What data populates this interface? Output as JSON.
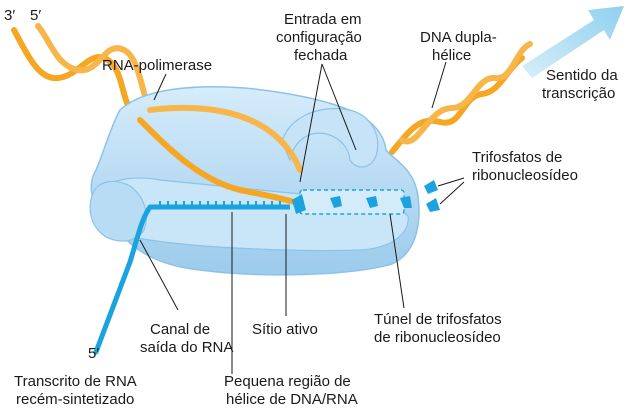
{
  "strand_ends": {
    "three_prime_top": "3′",
    "five_prime_top": "5′",
    "five_prime_transcript": "5′"
  },
  "labels": {
    "rna_polymerase": "RNA-polimerase",
    "closed_entry": [
      "Entrada em",
      "configuração",
      "fechada"
    ],
    "dna_double_helix": [
      "DNA dupla-",
      "hélice"
    ],
    "transcription_direction": [
      "Sentido da",
      "transcrição"
    ],
    "nucleotide_triphosphates": [
      "Trifosfatos de",
      "ribonucleosídeo"
    ],
    "triphosphate_tunnel": [
      "Túnel de trifosfatos",
      "de ribonucleosídeo"
    ],
    "active_site": "Sítio ativo",
    "rna_exit_channel": [
      "Canal de",
      "saída do RNA"
    ],
    "new_transcript": [
      "Transcrito de RNA",
      "recém-sintetizado"
    ],
    "dna_rna_hybrid": [
      "Pequena região de",
      "hélice de DNA/RNA"
    ]
  },
  "colors": {
    "dna": "#f5a623",
    "rna": "#1aa3de",
    "polymerase_fill": "#b7dcf5",
    "polymerase_edge": "#8cc2e8",
    "arrow": "#a8d8f0"
  }
}
